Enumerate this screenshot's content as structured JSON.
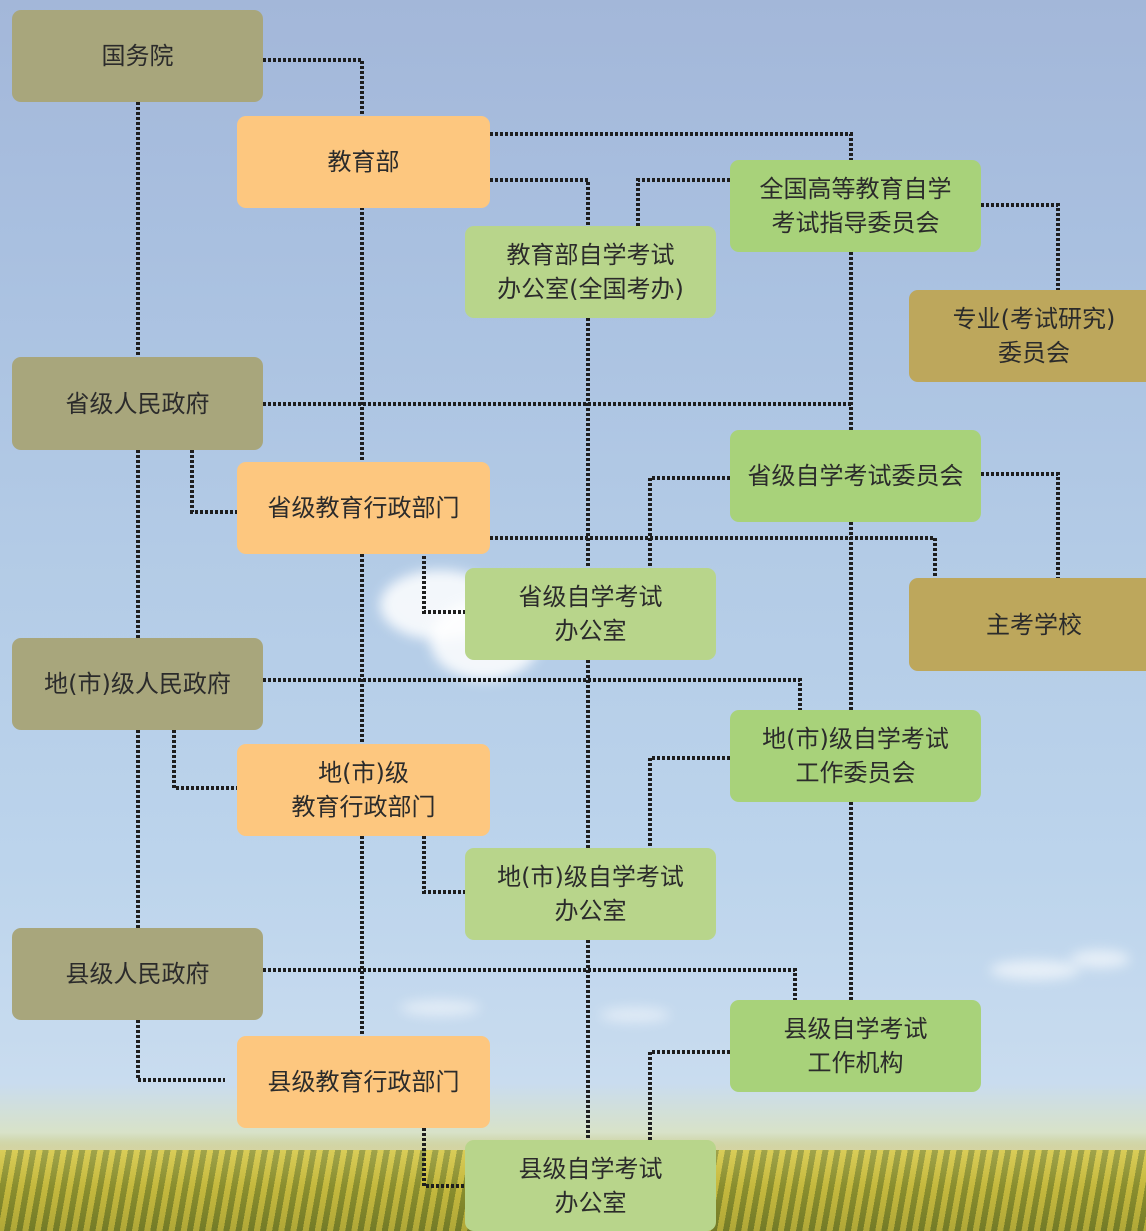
{
  "colors": {
    "government": "#a8a67c",
    "education_dept": "#fdc77f",
    "exam_office": "#b8d58b",
    "exam_committee": "#a8d27a",
    "professional": "#bda75c",
    "connector": "#1e1e1e"
  },
  "nodes": {
    "state_council": "国务院",
    "ministry_education": "教育部",
    "national_committee": "全国高等教育自学\n考试指导委员会",
    "moe_exam_office": "教育部自学考试\n办公室(全国考办)",
    "professional_committee": "专业(考试研究)\n委员会",
    "provincial_government": "省级人民政府",
    "provincial_exam_committee": "省级自学考试委员会",
    "provincial_education_dept": "省级教育行政部门",
    "provincial_exam_office": "省级自学考试\n办公室",
    "host_school": "主考学校",
    "prefecture_government": "地(市)级人民政府",
    "prefecture_exam_committee": "地(市)级自学考试\n工作委员会",
    "prefecture_education_dept": "地(市)级\n教育行政部门",
    "prefecture_exam_office": "地(市)级自学考试\n办公室",
    "county_government": "县级人民政府",
    "county_exam_agency": "县级自学考试\n工作机构",
    "county_education_dept": "县级教育行政部门",
    "county_exam_office": "县级自学考试\n办公室"
  }
}
